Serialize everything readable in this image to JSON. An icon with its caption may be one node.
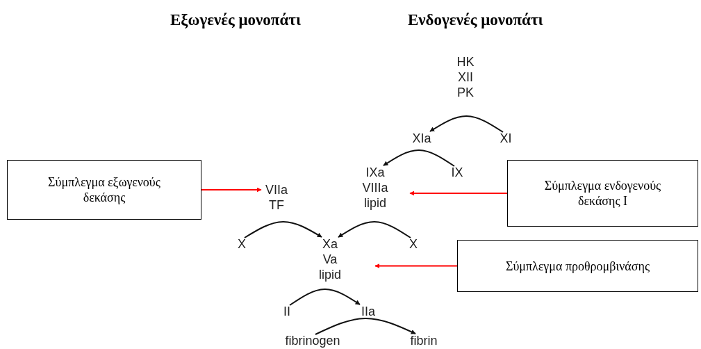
{
  "diagram": {
    "nodes": [
      {
        "text": [
          "HK XII PK"
        ]
      },
      {
        "text": [
          "XIa"
        ]
      },
      {
        "text": [
          "XI"
        ]
      },
      {
        "text": [
          "IXa VIIIa lipid"
        ]
      },
      {
        "text": [
          "IX"
        ]
      },
      {
        "text": [
          "VIIa TF"
        ]
      },
      {
        "text": [
          "Σύμπλεγμα εξωγενούς δεκάσης"
        ]
      },
      {
        "text": [
          "Σύμπλεγμα ενδογενούς δεκάσης Ι"
        ]
      },
      {
        "text": [
          "X"
        ]
      },
      {
        "text": [
          "Xa Va lipid"
        ]
      },
      {
        "text": [
          "X"
        ]
      },
      {
        "text": [
          "Σύμπλεγμα προθρομβινάσης"
        ]
      },
      {
        "text": [
          "II"
        ]
      },
      {
        "text": [
          "IIa"
        ]
      },
      {
        "text": [
          "fibrinogen"
        ]
      },
      {
        "text": [
          "fibrin"
        ]
      }
    ],
    "edges": [
      {
        "from": 2,
        "to": 1,
        "arrow": "to"
      },
      {
        "from": 4,
        "to": 3,
        "arrow": "to"
      },
      {
        "from": 6,
        "to": 5,
        "arrow": "to",
        "color": "#ff0000"
      },
      {
        "from": 7,
        "to": 3,
        "arrow": "to",
        "color": "#ff0000"
      },
      {
        "from": 8,
        "to": 9,
        "arrow": "to"
      },
      {
        "from": 10,
        "to": 9,
        "arrow": "to"
      },
      {
        "from": 11,
        "to": 9,
        "arrow": "to",
        "color": "#ff0000"
      },
      {
        "from": 12,
        "to": 13,
        "arrow": "to"
      },
      {
        "from": 14,
        "to": 15,
        "arrow": "to"
      }
    ],
    "labels": [
      "Εξωγενές μονοπάτι",
      "Ενδογενές μονοπάτι"
    ]
  }
}
